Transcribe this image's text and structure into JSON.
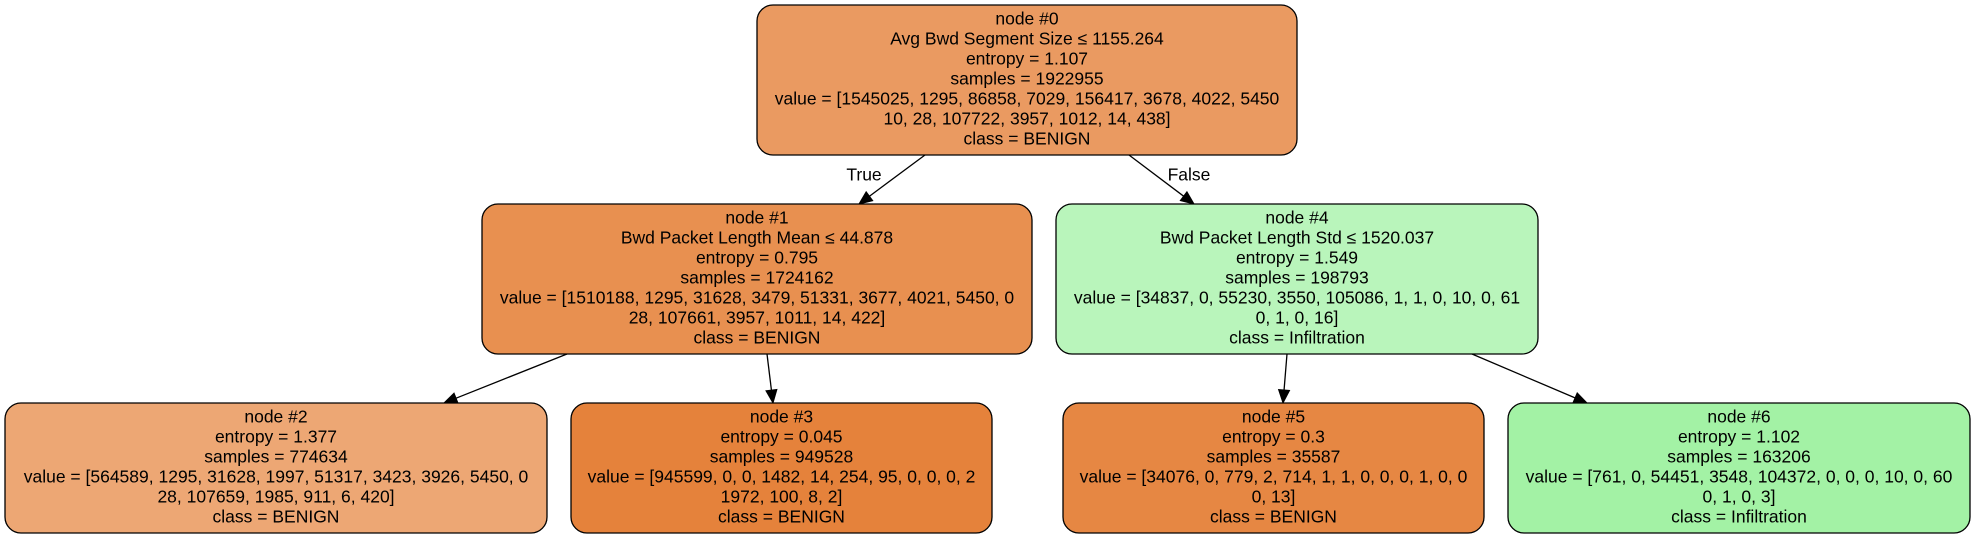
{
  "nodes": [
    {
      "id": "n0",
      "fill": "#ea9a61",
      "lines": [
        "node #0",
        "Avg Bwd Segment Size ≤ 1155.264",
        "entropy = 1.107",
        "samples = 1922955",
        "value = [1545025, 1295, 86858, 7029, 156417, 3678, 4022, 5450",
        "10, 28, 107722, 3957, 1012, 14, 438]",
        "class = BENIGN"
      ]
    },
    {
      "id": "n1",
      "fill": "#e89050",
      "lines": [
        "node #1",
        "Bwd Packet Length Mean ≤ 44.878",
        "entropy = 0.795",
        "samples = 1724162",
        "value = [1510188, 1295, 31628, 3479, 51331, 3677, 4021, 5450, 0",
        "28, 107661, 3957, 1011, 14, 422]",
        "class = BENIGN"
      ]
    },
    {
      "id": "n4",
      "fill": "#b9f5bb",
      "lines": [
        "node #4",
        "Bwd Packet Length Std ≤ 1520.037",
        "entropy = 1.549",
        "samples = 198793",
        "value = [34837, 0, 55230, 3550, 105086, 1, 1, 0, 10, 0, 61",
        "0, 1, 0, 16]",
        "class = Infiltration"
      ]
    },
    {
      "id": "n2",
      "fill": "#eda774",
      "lines": [
        "node #2",
        "entropy = 1.377",
        "samples = 774634",
        "value = [564589, 1295, 31628, 1997, 51317, 3423, 3926, 5450, 0",
        "28, 107659, 1985, 911, 6, 420]",
        "class = BENIGN"
      ]
    },
    {
      "id": "n3",
      "fill": "#e5823b",
      "lines": [
        "node #3",
        "entropy = 0.045",
        "samples = 949528",
        "value = [945599, 0, 0, 1482, 14, 254, 95, 0, 0, 0, 2",
        "1972, 100, 8, 2]",
        "class = BENIGN"
      ]
    },
    {
      "id": "n5",
      "fill": "#e68743",
      "lines": [
        "node #5",
        "entropy = 0.3",
        "samples = 35587",
        "value = [34076, 0, 779, 2, 714, 1, 1, 0, 0, 0, 1, 0, 0",
        "0, 13]",
        "class = BENIGN"
      ]
    },
    {
      "id": "n6",
      "fill": "#a3f2a5",
      "lines": [
        "node #6",
        "entropy = 1.102",
        "samples = 163206",
        "value = [761, 0, 54451, 3548, 104372, 0, 0, 0, 10, 0, 60",
        "0, 1, 0, 3]",
        "class = Infiltration"
      ]
    }
  ],
  "edges": [
    {
      "from": "n0",
      "to": "n1",
      "label": "True"
    },
    {
      "from": "n0",
      "to": "n4",
      "label": "False"
    },
    {
      "from": "n1",
      "to": "n2",
      "label": ""
    },
    {
      "from": "n1",
      "to": "n3",
      "label": ""
    },
    {
      "from": "n4",
      "to": "n5",
      "label": ""
    },
    {
      "from": "n4",
      "to": "n6",
      "label": ""
    }
  ]
}
